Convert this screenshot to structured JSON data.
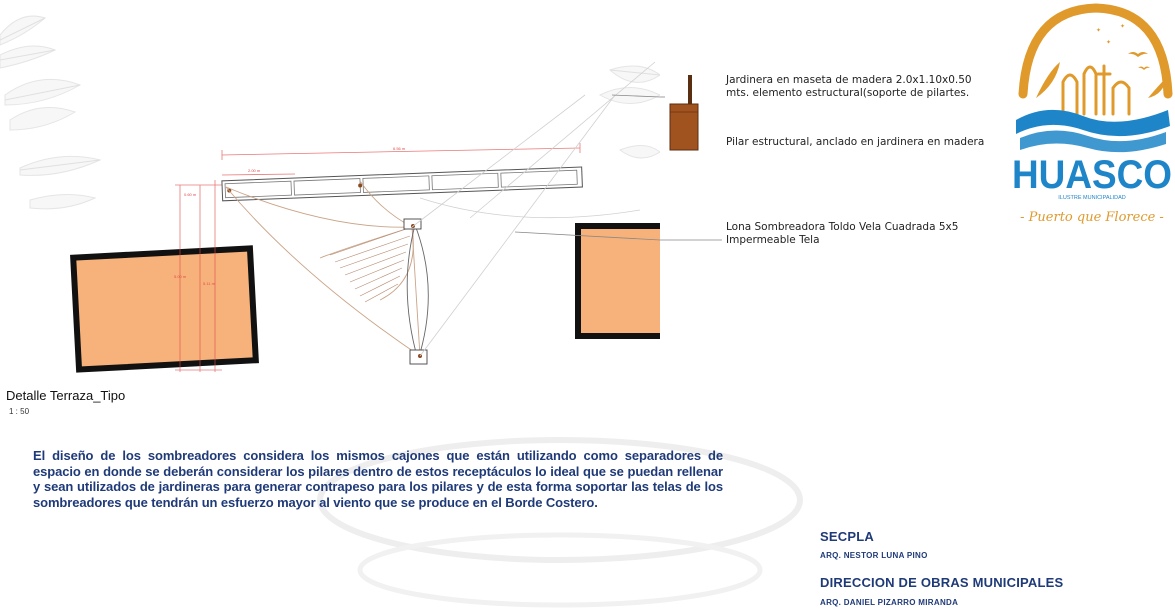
{
  "legend": {
    "jardinera": "Jardinera en maseta de madera 2.0x1.10x0.50 mts. elemento estructural(soporte de pilartes.",
    "pilar": "Pilar estructural, anclado en jardinera en madera",
    "lona": "Lona Sombreadora Toldo Vela Cuadrada 5x5 Impermeable Tela"
  },
  "drawing": {
    "title": "Detalle Terraza_Tipo",
    "scale": "1 : 50",
    "dim_total": "6.56 m",
    "dim_segment": "2.00 m",
    "dim_left_a": "0.60 m",
    "dim_left_b": "5.00 m",
    "dim_left_c": "5.11 m"
  },
  "description": "El diseño de los sombreadores considera los mismos cajones que están utilizando como separadores de espacio en donde se deberán considerar los pilares dentro de estos receptáculos lo ideal que se puedan rellenar y sean utilizados de jardineras para generar contrapeso para los pilares y de esta forma soportar las telas de los sombreadores que tendrán un esfuerzo mayor al viento que se produce en el Borde Costero.",
  "credits": {
    "secpla_dept": "SECPLA",
    "secpla_name": "ARQ. NESTOR LUNA PINO",
    "dom_dept": "DIRECCION DE OBRAS MUNICIPALES",
    "dom_name": "ARQ. DANIEL PIZARRO MIRANDA"
  },
  "logo": {
    "name": "HUASCO",
    "subtitle": "ILUSTRE MUNICIPALIDAD",
    "tagline": "- Puerto que Florece -"
  },
  "colors": {
    "brand_blue": "#1f3a78",
    "logo_blue": "#1e86c8",
    "logo_gold": "#e09a2c",
    "wood": "#a0521f",
    "pad_fill": "#f6b27a"
  }
}
